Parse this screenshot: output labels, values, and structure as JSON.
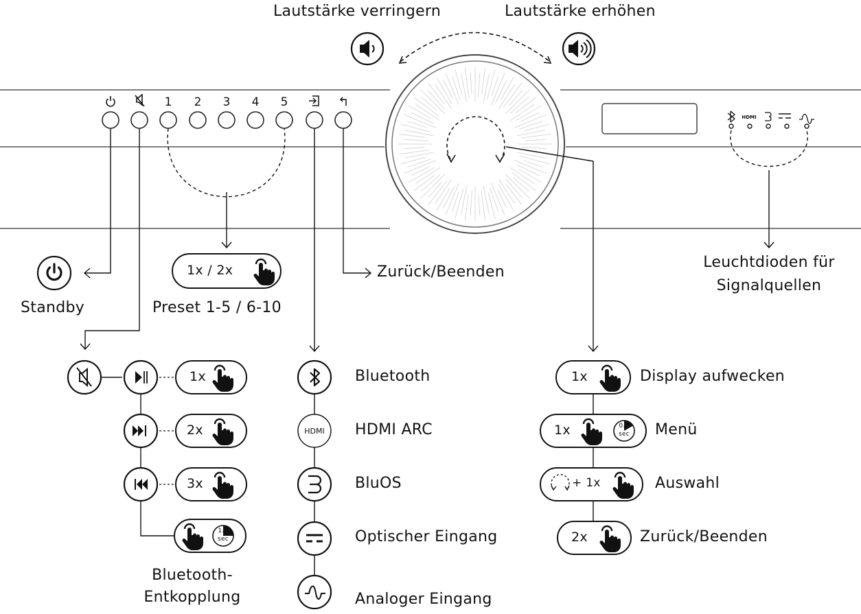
{
  "volume": {
    "decrease_label": "Lautstärke verringern",
    "increase_label": "Lautstärke erhöhen"
  },
  "front_panel": {
    "preset_numbers": [
      "1",
      "2",
      "3",
      "4",
      "5"
    ],
    "display_icons": {
      "hdmi_text": "HDMI"
    }
  },
  "callouts": {
    "standby": "Standby",
    "preset": "Preset 1-5 / 6-10",
    "preset_press": "1x / 2x",
    "back_exit": "Zurück/Beenden",
    "led_line1": "Leuchtdioden für",
    "led_line2": "Signalquellen",
    "bt_decouple_line1": "Bluetooth-",
    "bt_decouple_line2": "Entkopplung",
    "mute_press_1": "1x",
    "mute_press_2": "2x",
    "mute_press_3": "3x",
    "hold_time": "1.5",
    "hold_unit": "sec"
  },
  "inputs": [
    {
      "icon": "bluetooth-icon",
      "label": "Bluetooth"
    },
    {
      "icon": "hdmi-icon",
      "label": "HDMI ARC",
      "icon_text": "HDMI"
    },
    {
      "icon": "bluos-icon",
      "label": "BluOS"
    },
    {
      "icon": "optical-icon",
      "label": "Optischer Eingang"
    },
    {
      "icon": "analog-icon",
      "label": "Analoger Eingang"
    }
  ],
  "knob_actions": [
    {
      "press": "1x",
      "label": "Display aufwecken"
    },
    {
      "press": "1x",
      "label": "Menü",
      "hold_time": "0.5",
      "hold_unit": "sec"
    },
    {
      "press": "+ 1x",
      "label": "Auswahl"
    },
    {
      "press": "2x",
      "label": "Zurück/Beenden"
    }
  ]
}
